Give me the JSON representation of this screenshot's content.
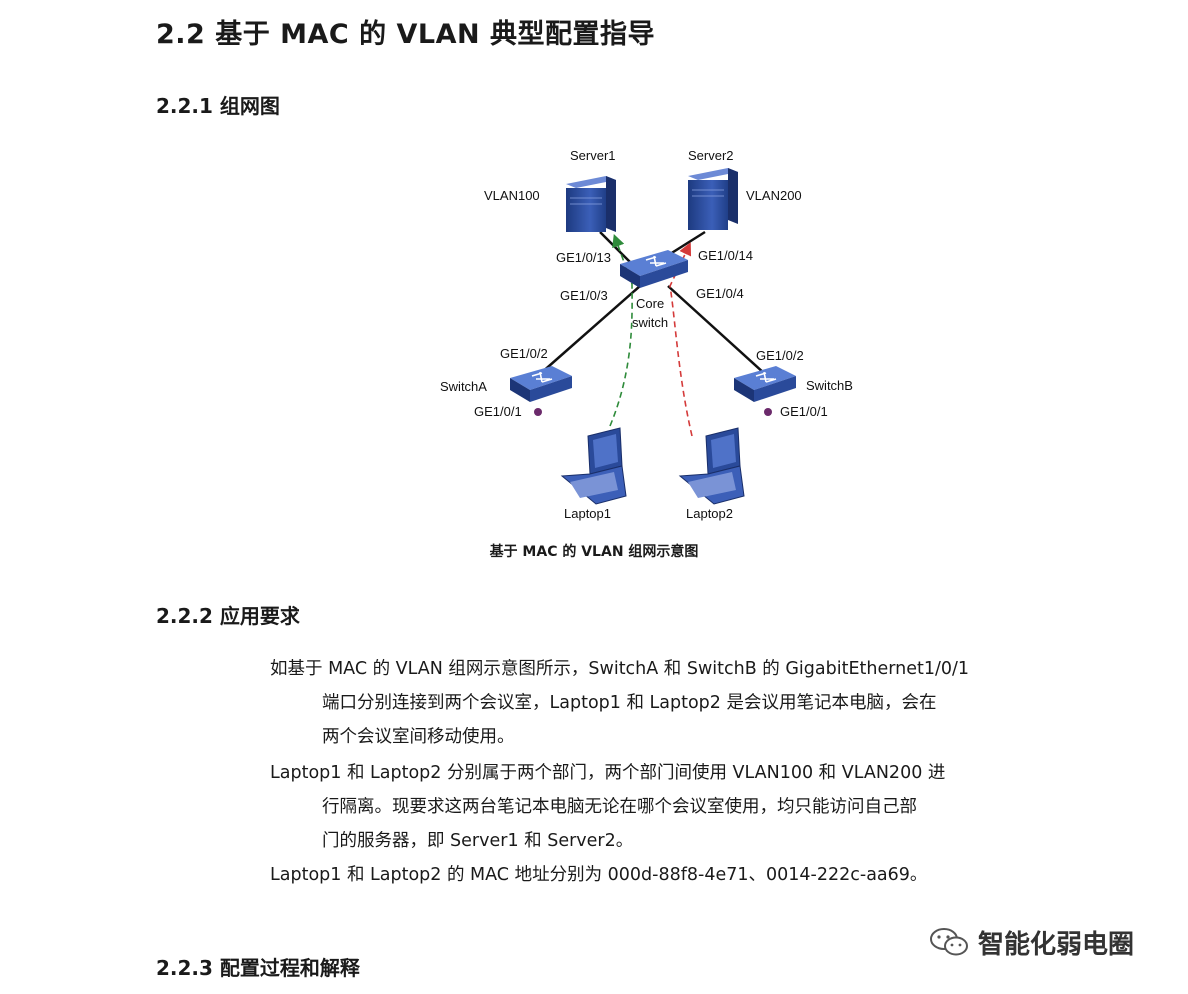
{
  "headings": {
    "h1": "2.2  基于 MAC 的 VLAN 典型配置指导",
    "h221": "2.2.1 组网图",
    "h222": "2.2.2  应用要求",
    "h223": "2.2.3  配置过程和解释"
  },
  "diagram": {
    "server1": "Server1",
    "server2": "Server2",
    "vlan100": "VLAN100",
    "vlan200": "VLAN200",
    "port_ge13": "GE1/0/13",
    "port_ge14": "GE1/0/14",
    "port_ge3": "GE1/0/3",
    "port_ge4": "GE1/0/4",
    "core_line1": "Core",
    "core_line2": "switch",
    "switch_a": "SwitchA",
    "switch_b": "SwitchB",
    "sa_ge2": "GE1/0/2",
    "sa_ge1": "GE1/0/1",
    "sb_ge2": "GE1/0/2",
    "sb_ge1": "GE1/0/1",
    "laptop1": "Laptop1",
    "laptop2": "Laptop2",
    "caption": "基于 MAC 的 VLAN 组网示意图"
  },
  "requirements": {
    "p1_line1": "如基于 MAC 的 VLAN 组网示意图所示，SwitchA 和 SwitchB 的 GigabitEthernet1/0/1",
    "p1_line2": "端口分别连接到两个会议室，Laptop1 和 Laptop2 是会议用笔记本电脑，会在",
    "p1_line3": "两个会议室间移动使用。",
    "p2_line1": "Laptop1 和 Laptop2 分别属于两个部门，两个部门间使用 VLAN100 和 VLAN200 进",
    "p2_line2": "行隔离。现要求这两台笔记本电脑无论在哪个会议室使用，均只能访问自己部",
    "p2_line3": "门的服务器，即 Server1 和 Server2。",
    "p3_line1": "Laptop1 和 Laptop2 的 MAC 地址分别为 000d-88f8-4e71、0014-222c-aa69。"
  },
  "watermark": {
    "text": "智能化弱电圈",
    "icon": "wechat-icon"
  },
  "colors": {
    "device_blue": "#2b4a9a",
    "green_path": "#2e8b3a",
    "red_path": "#d43a3a"
  }
}
